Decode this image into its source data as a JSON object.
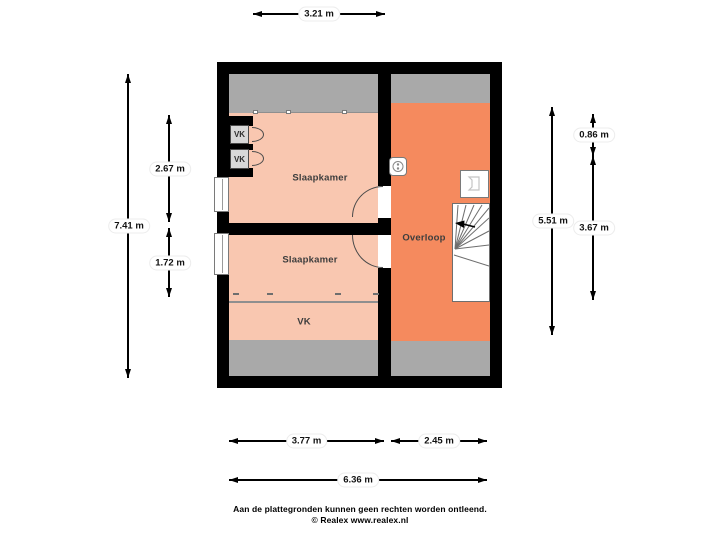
{
  "rooms": {
    "slaapkamer1": {
      "label": "Slaapkamer"
    },
    "slaapkamer2": {
      "label": "Slaapkamer"
    },
    "vk_room": {
      "label": "VK"
    },
    "overloop": {
      "label": "Overloop"
    },
    "closet1": {
      "label": "VK"
    },
    "closet2": {
      "label": "VK"
    }
  },
  "dimensions": {
    "top_width": {
      "label": "3.21 m"
    },
    "left_total": {
      "label": "7.41 m"
    },
    "left_upper": {
      "label": "2.67 m"
    },
    "left_lower": {
      "label": "1.72 m"
    },
    "right_total": {
      "label": "5.51 m"
    },
    "right_upper": {
      "label": "0.86 m"
    },
    "right_lower": {
      "label": "3.67 m"
    },
    "bottom_left": {
      "label": "3.77 m"
    },
    "bottom_right": {
      "label": "2.45 m"
    },
    "bottom_total": {
      "label": "6.36 m"
    }
  },
  "footer": {
    "disclaimer": "Aan de plattegronden kunnen geen rechten worden ontleend.",
    "credit": "© Realex www.realex.nl"
  },
  "colors": {
    "wall": "#000000",
    "room_pink": "#f9c7b0",
    "room_orange": "#f58a5e",
    "attic_gray": "#a9a9a9",
    "closet_gray": "#d8d8d8"
  }
}
